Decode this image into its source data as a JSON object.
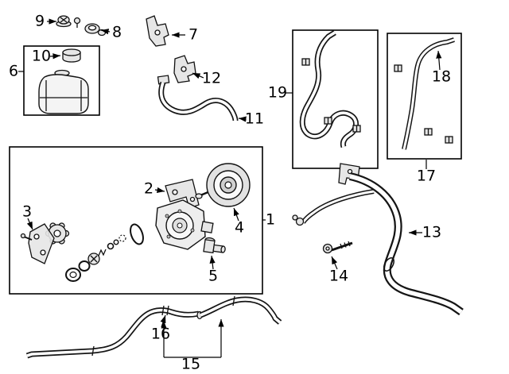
{
  "diagram": {
    "kind": "exploded-parts-diagram"
  },
  "colors": {
    "background": "#ffffff",
    "line": "#111111",
    "part_fill": "#e6e6e6"
  },
  "callouts": [
    {
      "label": "1"
    },
    {
      "label": "2"
    },
    {
      "label": "3"
    },
    {
      "label": "4"
    },
    {
      "label": "5"
    },
    {
      "label": "6"
    },
    {
      "label": "7"
    },
    {
      "label": "8"
    },
    {
      "label": "9"
    },
    {
      "label": "10"
    },
    {
      "label": "11"
    },
    {
      "label": "12"
    },
    {
      "label": "13"
    },
    {
      "label": "14"
    },
    {
      "label": "15"
    },
    {
      "label": "16"
    },
    {
      "label": "17"
    },
    {
      "label": "18"
    },
    {
      "label": "19"
    }
  ]
}
